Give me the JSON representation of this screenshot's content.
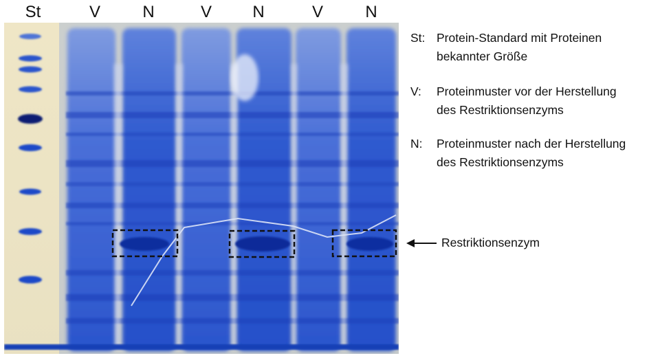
{
  "lanes": [
    {
      "label": "St"
    },
    {
      "label": "V"
    },
    {
      "label": "N"
    },
    {
      "label": "V"
    },
    {
      "label": "N"
    },
    {
      "label": "V"
    },
    {
      "label": "N"
    }
  ],
  "legend": [
    {
      "key": "St:",
      "line1": "Protein-Standard mit Proteinen",
      "line2": "bekannter Größe"
    },
    {
      "key": "V:",
      "line1": "Proteinmuster vor der Herstellung",
      "line2": "des Restriktionsenzyms"
    },
    {
      "key": "N:",
      "line1": "Proteinmuster nach der Herstellung",
      "line2": "des Restriktionsenzyms"
    }
  ],
  "annotation": {
    "label": "Restriktionsenzym"
  },
  "colors": {
    "gel_background": "#f1e9c9",
    "stain": "#1e48c8",
    "stain_dark": "#0a1f73"
  }
}
